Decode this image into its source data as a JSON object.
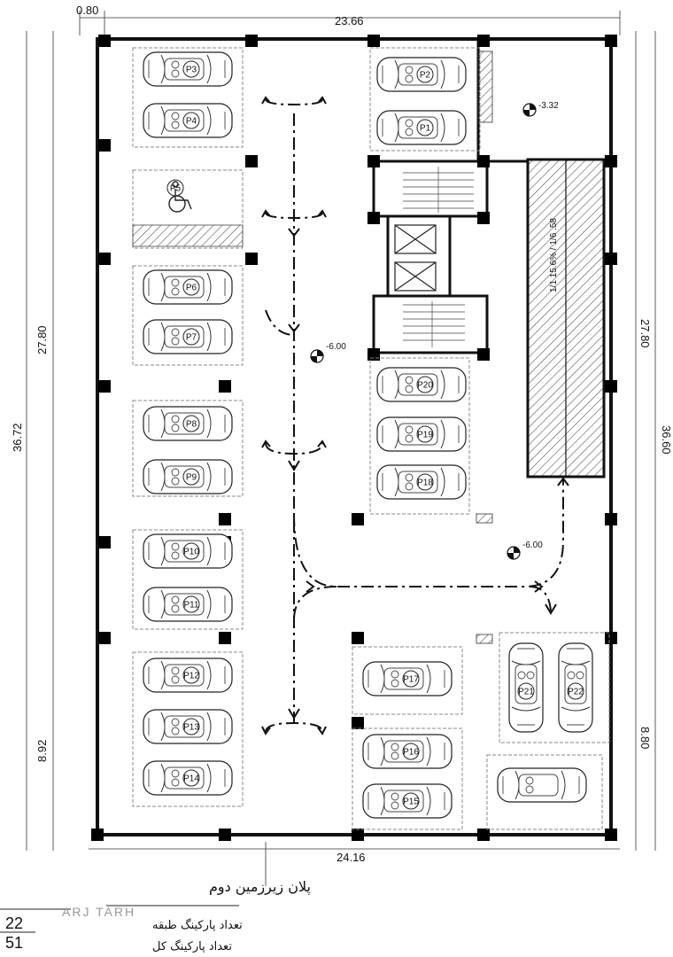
{
  "dimensions": {
    "top": "23.66",
    "top_offset": "0.80",
    "bottom": "24.16",
    "left_outer": "36.72",
    "left_inner": "27.80",
    "left_lower": "8.92",
    "right_outer": "36.60",
    "right_inner": "27.80",
    "right_lower": "8.80"
  },
  "levels": {
    "ramp_top": "-3.32",
    "center": "-6.00",
    "lower": "-6.00"
  },
  "ramp_note": "1/1 15.6% / 1/6 .58",
  "parking_slots": [
    "P1",
    "P2",
    "P3",
    "P4",
    "P5",
    "P6",
    "P7",
    "P8",
    "P9",
    "P10",
    "P11",
    "P12",
    "P13",
    "P14",
    "P15",
    "P16",
    "P17",
    "P18",
    "P19",
    "P20",
    "P21",
    "P22"
  ],
  "title": "پلان زیرزمین دوم",
  "watermark": "ARJ TARH",
  "stats": [
    {
      "value": "22",
      "label": "تعداد پارکینگ طبقه"
    },
    {
      "value": "51",
      "label": "تعداد پارکینگ کل"
    }
  ],
  "colors": {
    "line": "#111111",
    "column": "#000000",
    "hatch": "#555555",
    "slot": "#888888"
  }
}
